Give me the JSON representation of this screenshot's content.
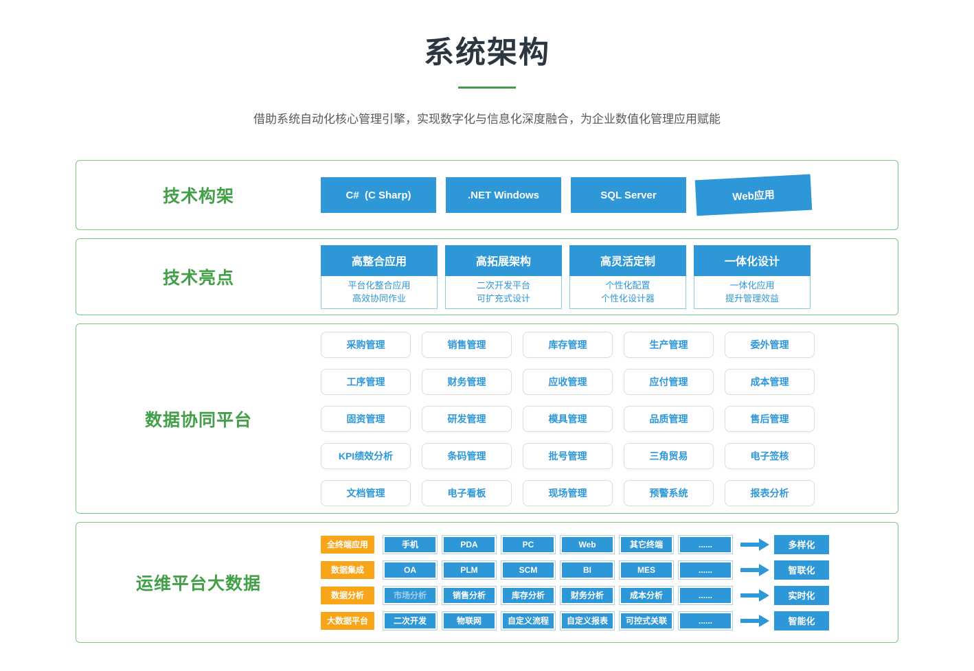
{
  "header": {
    "title": "系统架构",
    "subtitle": "借助系统自动化核心管理引擎，实现数字化与信息化深度融合，为企业数值化管理应用赋能"
  },
  "colors": {
    "green": "#42a048",
    "blue": "#2e97d8",
    "orange": "#f9a51a"
  },
  "tech_framework": {
    "label": "技术构架",
    "items": [
      "C#  (C Sharp)",
      ".NET Windows",
      "SQL Server",
      "Web应用"
    ]
  },
  "tech_highlights": {
    "label": "技术亮点",
    "cards": [
      {
        "title": "高整合应用",
        "lines": [
          "平台化整合应用",
          "高效协同作业"
        ]
      },
      {
        "title": "高拓展架构",
        "lines": [
          "二次开发平台",
          "可扩充式设计"
        ]
      },
      {
        "title": "高灵活定制",
        "lines": [
          "个性化配置",
          "个性化设计器"
        ]
      },
      {
        "title": "一体化设计",
        "lines": [
          "一体化应用",
          "提升管理效益"
        ]
      }
    ]
  },
  "data_platform": {
    "label": "数据协同平台",
    "modules": [
      [
        "采购管理",
        "销售管理",
        "库存管理",
        "生产管理",
        "委外管理"
      ],
      [
        "工序管理",
        "财务管理",
        "应收管理",
        "应付管理",
        "成本管理"
      ],
      [
        "固资管理",
        "研发管理",
        "模具管理",
        "品质管理",
        "售后管理"
      ],
      [
        "KPI绩效分析",
        "条码管理",
        "批号管理",
        "三角贸易",
        "电子签核"
      ],
      [
        "文档管理",
        "电子看板",
        "现场管理",
        "预警系统",
        "报表分析"
      ]
    ]
  },
  "ops_platform": {
    "label": "运维平台大数据",
    "rows": [
      {
        "category": "全终端应用",
        "cells": [
          "手机",
          "PDA",
          "PC",
          "Web",
          "其它终端",
          "......"
        ],
        "result": "多样化"
      },
      {
        "category": "数据集成",
        "cells": [
          "OA",
          "PLM",
          "SCM",
          "BI",
          "MES",
          "......"
        ],
        "result": "智联化"
      },
      {
        "category": "数据分析",
        "cells": [
          "市场分析",
          "销售分析",
          "库存分析",
          "财务分析",
          "成本分析",
          "......"
        ],
        "result": "实时化"
      },
      {
        "category": "大数据平台",
        "cells": [
          "二次开发",
          "物联网",
          "自定义流程",
          "自定义报表",
          "可控式关联",
          "......"
        ],
        "result": "智能化"
      }
    ]
  }
}
